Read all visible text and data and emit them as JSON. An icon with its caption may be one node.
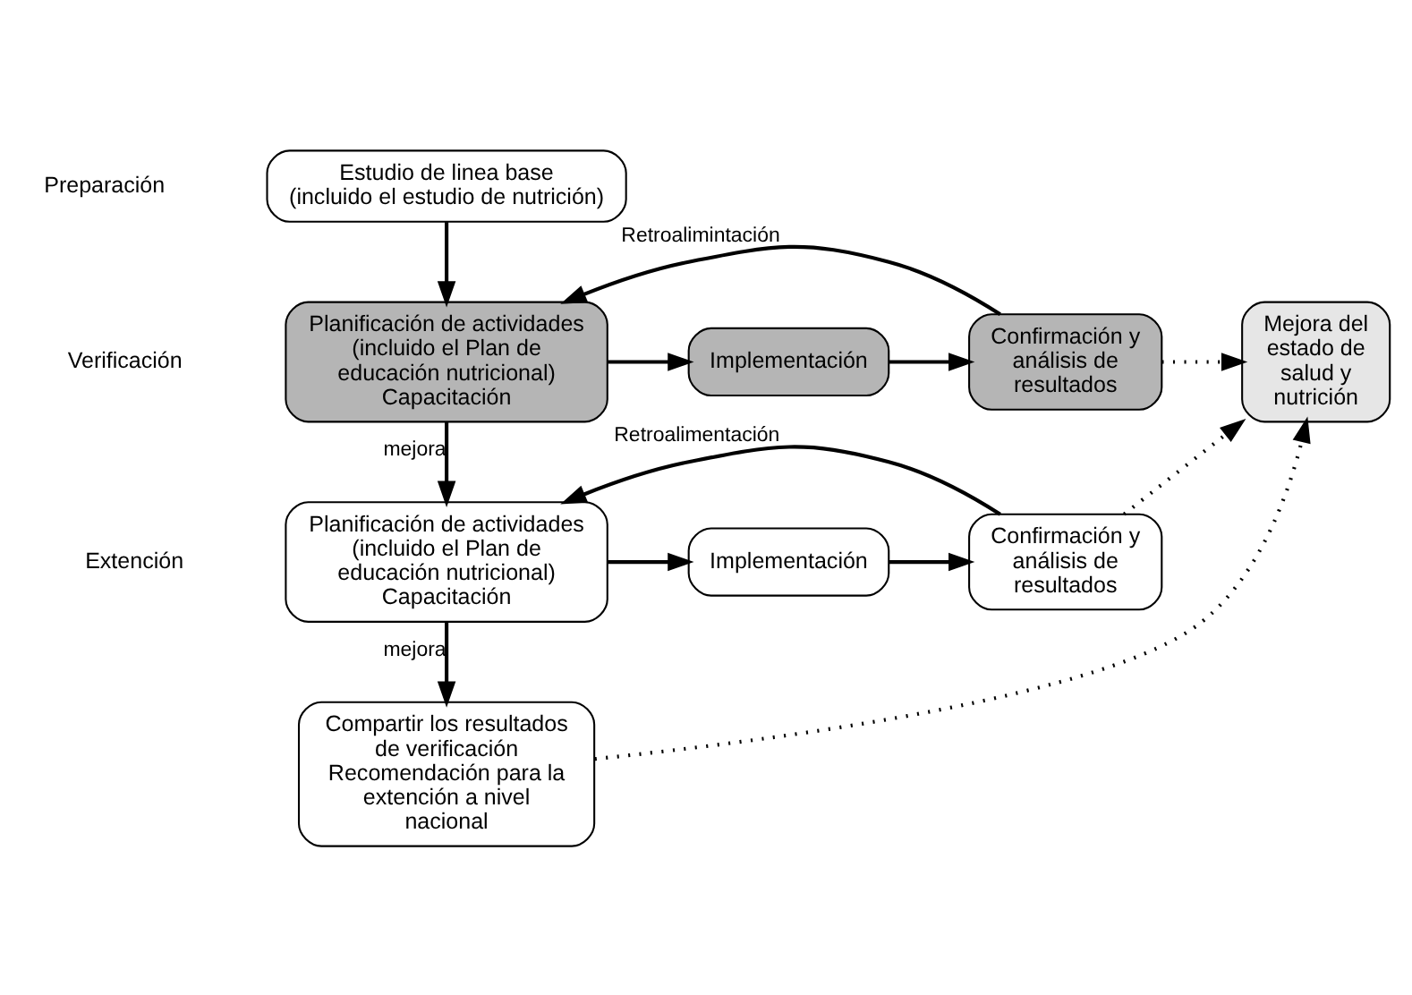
{
  "diagram": {
    "nodes": [
      {
        "text": [
          "Estudio de linea base",
          "(incluido el estudio de nutrición)"
        ]
      },
      {
        "text": [
          "Planificación de actividades",
          "(incluido el Plan de educación nutricional)",
          "Capacitación"
        ]
      },
      {
        "text": [
          "Implementación"
        ]
      },
      {
        "text": [
          "Confirmación y análisis de resultados"
        ]
      },
      {
        "text": [
          "Mejora del estado de salud y nutrición"
        ]
      },
      {
        "text": [
          "Planificación de actividades",
          "(incluido el Plan de educación nutricional)",
          "Capacitación"
        ]
      },
      {
        "text": [
          "Implementación"
        ]
      },
      {
        "text": [
          "Confirmación y análisis de resultados"
        ]
      },
      {
        "text": [
          "Compartir los resultados de verificación Recomendación para la extención a nivel nacional"
        ]
      }
    ],
    "edges": [
      {
        "from": 0,
        "to": 1,
        "arrow": "to"
      },
      {
        "from": 1,
        "to": 2,
        "arrow": "to"
      },
      {
        "from": 2,
        "to": 3,
        "arrow": "to"
      },
      {
        "from": 3,
        "to": 4,
        "arrow": "to",
        "style": "dashed"
      },
      {
        "from": 3,
        "to": 1,
        "arrow": "to",
        "label": "Retroalimintación"
      },
      {
        "from": 1,
        "to": 5,
        "arrow": "to",
        "label": "mejora"
      },
      {
        "from": 5,
        "to": 6,
        "arrow": "to"
      },
      {
        "from": 6,
        "to": 7,
        "arrow": "to"
      },
      {
        "from": 7,
        "to": 4,
        "arrow": "to",
        "style": "dashed"
      },
      {
        "from": 7,
        "to": 5,
        "arrow": "to",
        "label": "Retroalimentación"
      },
      {
        "from": 5,
        "to": 8,
        "arrow": "to",
        "label": "mejora"
      },
      {
        "from": 8,
        "to": 4,
        "arrow": "to",
        "style": "dashed"
      }
    ],
    "labels": [
      "Preparación",
      "Verificación",
      "Extención"
    ]
  }
}
